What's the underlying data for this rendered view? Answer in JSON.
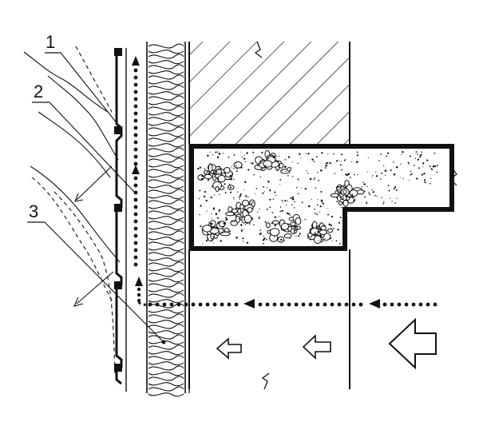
{
  "callouts": [
    {
      "id": "1",
      "label": "1"
    },
    {
      "id": "2",
      "label": "2"
    },
    {
      "id": "3",
      "label": "3"
    }
  ],
  "colors": {
    "ink": "#111111",
    "paper": "#ffffff"
  },
  "icons": {
    "heat_flow_arrow": "outline-arrow-left-icon",
    "air_flow_arrow": "dotted-arrow-icon",
    "rain_arrow": "open-arrowhead-icon"
  }
}
